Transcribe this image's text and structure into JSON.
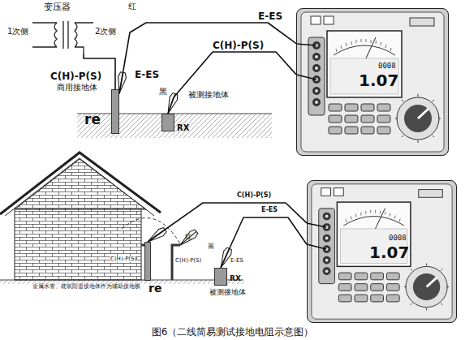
{
  "diagram": {
    "caption": "图6（二线简易测试接地电阻示意图）",
    "nodes": [
      {
        "text": [
          "变压器",
          "1次侧",
          "2次侧"
        ]
      },
      {
        "text": [
          "re"
        ]
      },
      {
        "text": [
          "RX"
        ]
      },
      {
        "text": [
          "0008",
          "1.07"
        ]
      },
      {
        "text": [
          "re"
        ]
      },
      {
        "text": [
          "RX"
        ]
      },
      {
        "text": [
          "0008",
          "1.07"
        ]
      }
    ],
    "edges": [
      {
        "from": 0,
        "to": 1,
        "arrow": "none"
      },
      {
        "from": 1,
        "to": 3,
        "label": "E-ES",
        "arrow": "none"
      },
      {
        "from": 2,
        "to": 3,
        "label": "C(H)-P(S)",
        "arrow": "none"
      },
      {
        "from": 4,
        "to": 6,
        "label": "C(H)-P(S)",
        "arrow": "none"
      },
      {
        "from": 5,
        "to": 6,
        "label": "E-ES",
        "arrow": "none"
      }
    ],
    "labels": [
      "红",
      "黑",
      "C(H)-P(S)",
      "商用接地体",
      "E-ES",
      "被测接地体",
      "C(H)-P(S)",
      "红",
      "C(H)-P(S)",
      "黑",
      "E-ES",
      "被测接地体",
      "金属水管、建筑防雷接地体作为辅助接地极"
    ]
  }
}
